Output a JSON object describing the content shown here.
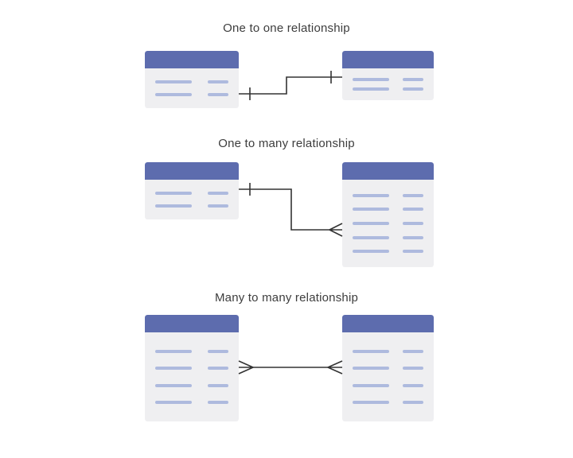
{
  "diagram": {
    "colors": {
      "background": "#ffffff",
      "title_color": "#3d3d3d",
      "table_header_color": "#5d6cae",
      "table_body_color": "#efeff1",
      "row_line_color": "#aebade",
      "connector_color": "#333333"
    },
    "symbols": {
      "one": "single-tick",
      "many": "crowsfoot"
    },
    "sections": [
      {
        "id": "one-to-one",
        "title": "One to one relationship",
        "left_table": {
          "rows": 2
        },
        "right_table": {
          "rows": 2
        },
        "left_cardinality": "one",
        "right_cardinality": "one"
      },
      {
        "id": "one-to-many",
        "title": "One to many relationship",
        "left_table": {
          "rows": 2
        },
        "right_table": {
          "rows": 5
        },
        "left_cardinality": "one",
        "right_cardinality": "many"
      },
      {
        "id": "many-to-many",
        "title": "Many to many relationship",
        "left_table": {
          "rows": 4
        },
        "right_table": {
          "rows": 4
        },
        "left_cardinality": "many",
        "right_cardinality": "many"
      }
    ]
  }
}
